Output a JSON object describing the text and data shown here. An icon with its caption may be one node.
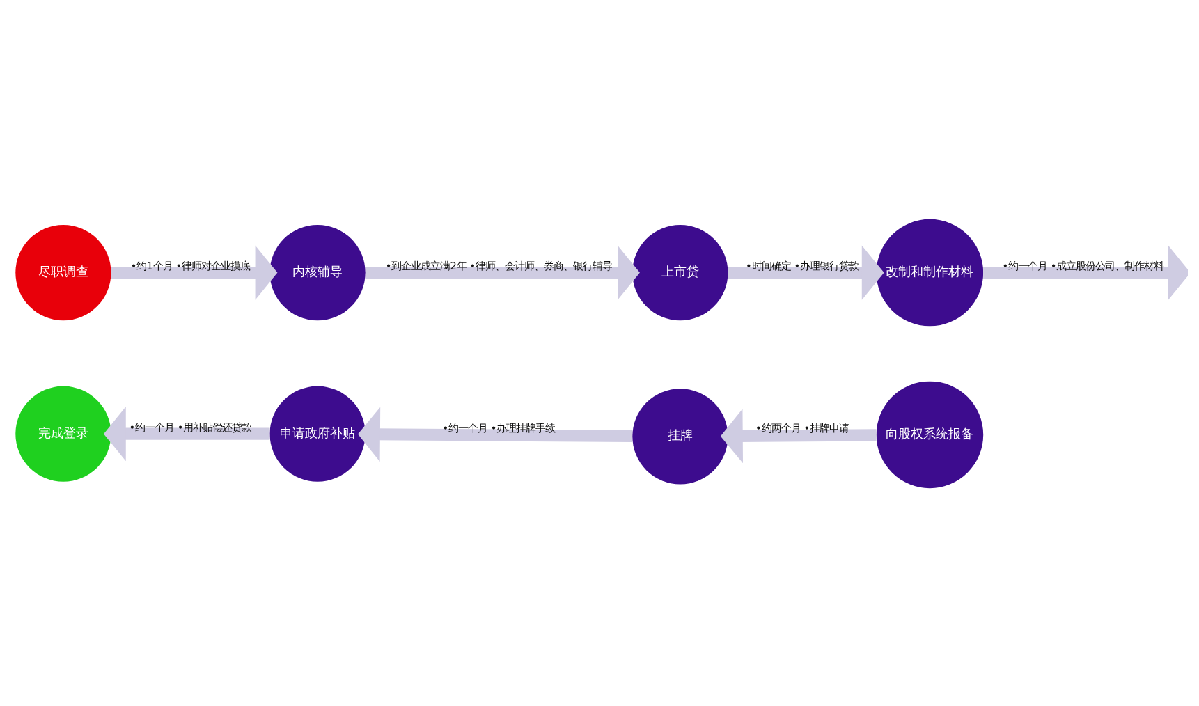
{
  "diagram": {
    "nodes": [
      {
        "text": [
          "尽职调查"
        ]
      },
      {
        "text": [
          "内核辅导"
        ]
      },
      {
        "text": [
          "上市贷"
        ]
      },
      {
        "text": [
          "改制和制作材料"
        ]
      },
      {
        "text": [
          "向股权系统报备"
        ]
      },
      {
        "text": [
          "挂牌"
        ]
      },
      {
        "text": [
          "申请政府补贴"
        ]
      },
      {
        "text": [
          "完成登录"
        ]
      }
    ],
    "edges": [
      {
        "from": 0,
        "to": 1,
        "arrow": "to",
        "label": "•约1个月 •律师对企业摸底"
      },
      {
        "from": 1,
        "to": 2,
        "arrow": "to",
        "label": "•到企业成立满2年 •律师、会计师、券商、银行辅导"
      },
      {
        "from": 2,
        "to": 3,
        "arrow": "to",
        "label": "•时间确定 •办理银行贷款"
      },
      {
        "from": 3,
        "to": null,
        "arrow": "to",
        "label": "•约一个月 •成立股份公司、制作材料"
      },
      {
        "from": 4,
        "to": 5,
        "arrow": "to",
        "label": "•约两个月 •挂牌申请"
      },
      {
        "from": 5,
        "to": 6,
        "arrow": "to",
        "label": "•约一个月 •办理挂牌手续"
      },
      {
        "from": 6,
        "to": 7,
        "arrow": "to",
        "label": "•约一个月 •用补贴偿还贷款"
      }
    ]
  }
}
